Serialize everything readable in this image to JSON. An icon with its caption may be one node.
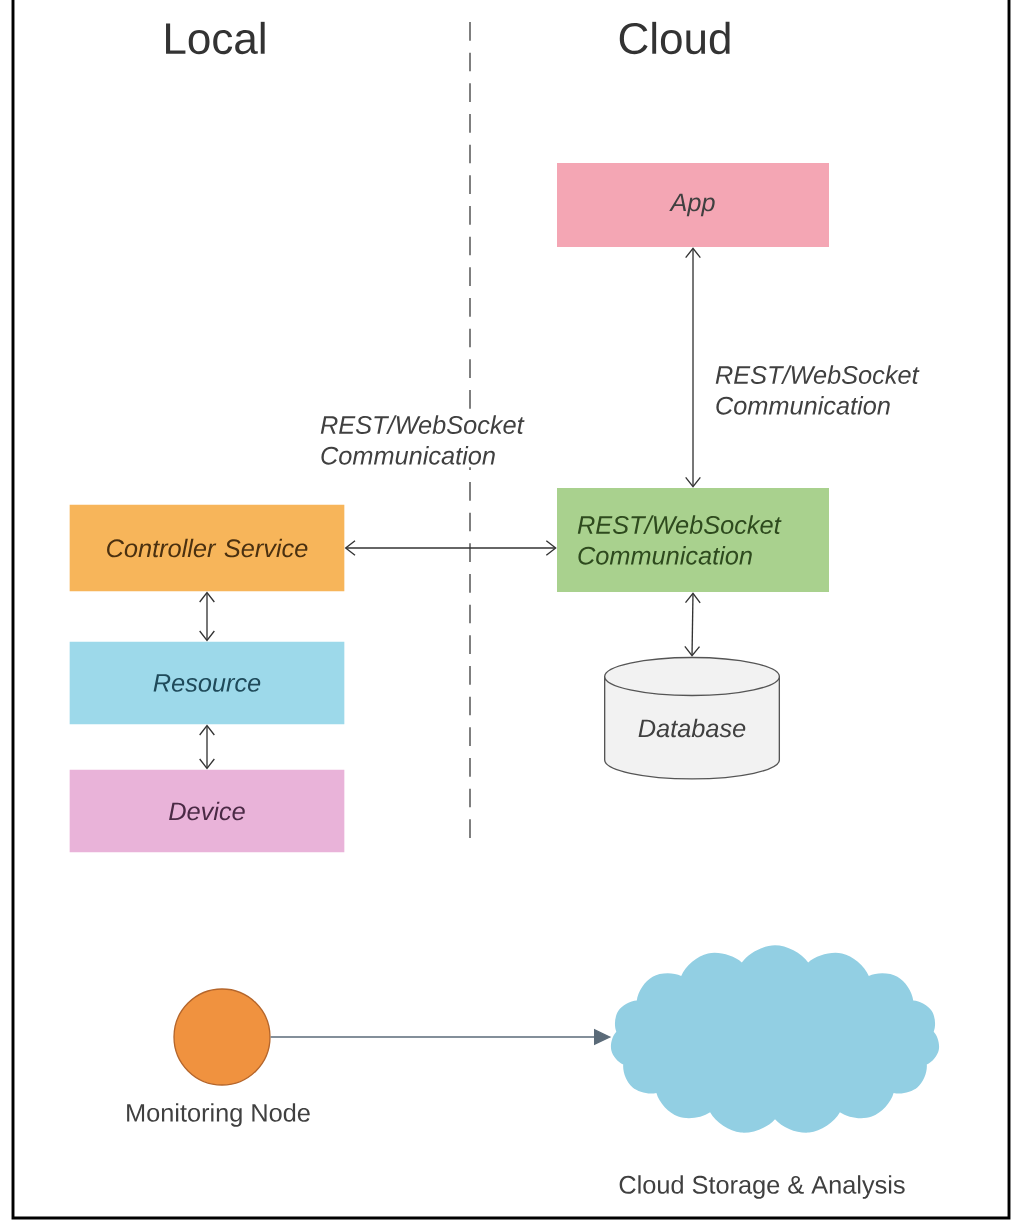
{
  "diagram": {
    "nodes": [
      {
        "text": [
          "App"
        ]
      },
      {
        "text": [
          "REST/WebSocket Communication"
        ]
      },
      {
        "text": [
          "Controller Service"
        ]
      },
      {
        "text": [
          "Resource"
        ]
      },
      {
        "text": [
          "Device"
        ]
      },
      {
        "text": [
          "Database"
        ]
      },
      {
        "text": [],
        "shape": "circle",
        "beside": [
          "Monitoring Node"
        ]
      },
      {
        "text": [],
        "shape": "cloud",
        "beside": [
          "Cloud Storage & Analysis"
        ]
      }
    ],
    "edges": [
      {
        "from": 0,
        "to": 1,
        "arrow": "both",
        "label": "REST/WebSocket Communication"
      },
      {
        "from": 2,
        "to": 1,
        "arrow": "both",
        "label": "REST/WebSocket Communication"
      },
      {
        "from": 2,
        "to": 3,
        "arrow": "both"
      },
      {
        "from": 3,
        "to": 4,
        "arrow": "both"
      },
      {
        "from": 1,
        "to": 5,
        "arrow": "both"
      },
      {
        "from": 6,
        "to": 7,
        "arrow": "to",
        "color": "#5a6a78"
      }
    ],
    "labels": [
      "Local",
      "Cloud"
    ]
  }
}
